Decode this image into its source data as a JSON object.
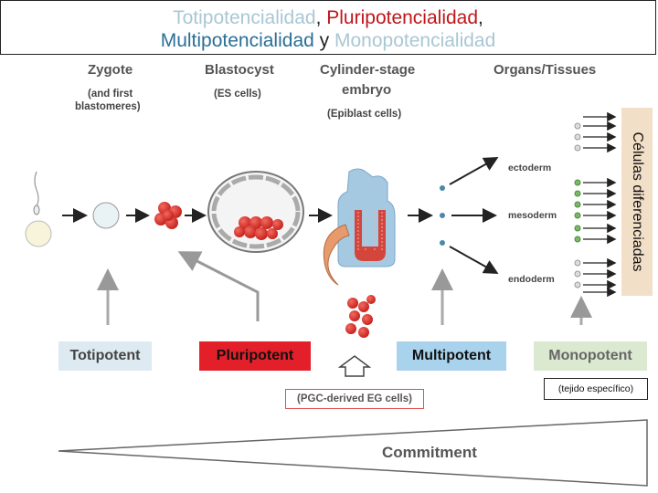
{
  "title": {
    "totipotencialidad": "Totipotencialidad",
    "sep1": ", ",
    "pluripotencialidad": "Pluripotencialidad",
    "sep2": ",",
    "multipotencialidad": "Multipotencialidad",
    "sep3": " y ",
    "monopotencialidad": "Monopotencialidad"
  },
  "stages": {
    "zygote": "Zygote",
    "zygote_sub_1": "(and first",
    "zygote_sub_2": "blastomeres)",
    "blastocyst": "Blastocyst",
    "blastocyst_sub": "(ES cells)",
    "cylinder_1": "Cylinder-stage",
    "cylinder_2": "embryo",
    "cylinder_sub": "(Epiblast cells)",
    "organs": "Organs/Tissues"
  },
  "germ_layers": {
    "ectoderm": "ectoderm",
    "mesoderm": "mesoderm",
    "endoderm": "endoderm"
  },
  "side_label": "Células diferenciadas",
  "potency": {
    "totipotent": "Totipotent",
    "pluripotent": "Pluripotent",
    "multipotent": "Multipotent",
    "monopotent": "Monopotent"
  },
  "pgc_label": "(PGC-derived EG cells)",
  "tejido_label": "(tejido específico)",
  "commitment": "Commitment",
  "colors": {
    "totipotent_bg": "#deeaf1",
    "pluripotent_bg": "#e3202a",
    "multipotent_bg": "#a9d2ec",
    "monopotent_bg": "#dbe9d0",
    "cell_red": "#d72b25",
    "side_bg": "#f2dfc8"
  }
}
